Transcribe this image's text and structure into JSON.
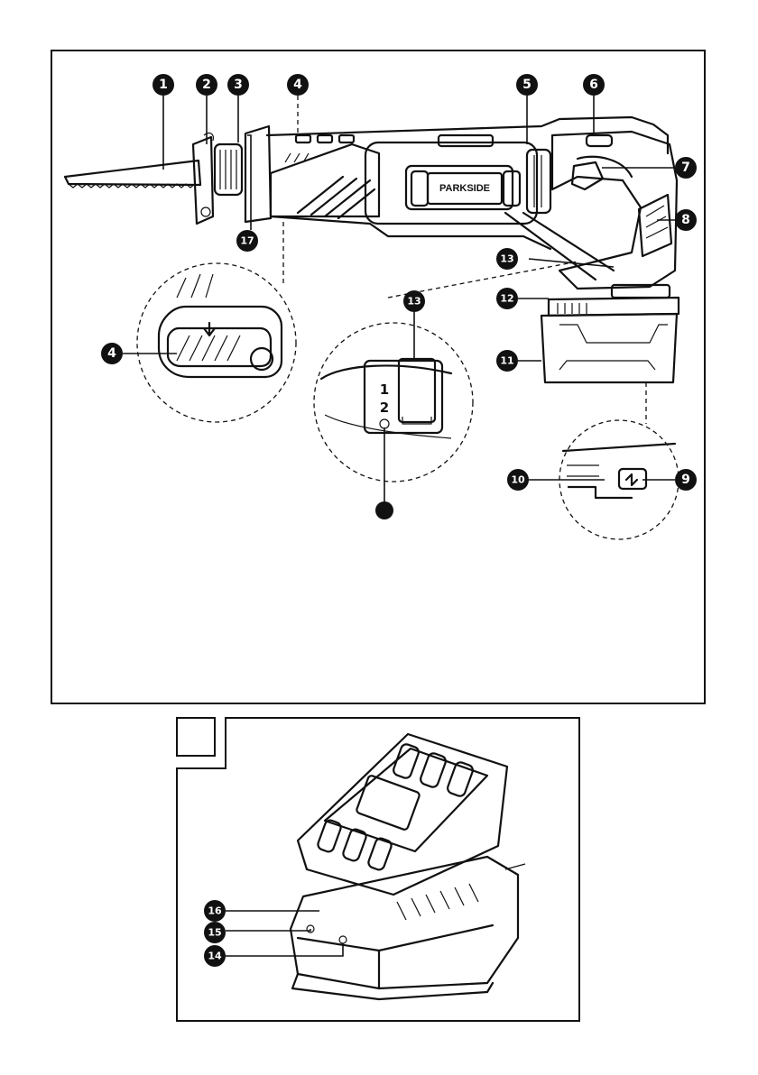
{
  "figure_a": {
    "callouts": {
      "c1": "1",
      "c2": "2",
      "c3": "3",
      "c4": "4",
      "c5": "5",
      "c6": "6",
      "c7": "7",
      "c8": "8",
      "c9": "9",
      "c10": "10",
      "c11": "11",
      "c12": "12",
      "c13": "13",
      "c17": "17",
      "c4_detail": "4",
      "c13_detail": "13"
    },
    "brand_label": "PARKSIDE",
    "speed_marks": {
      "one": "1",
      "two": "2"
    }
  },
  "figure_b": {
    "callouts": {
      "c14": "14",
      "c15": "15",
      "c16": "16"
    }
  }
}
